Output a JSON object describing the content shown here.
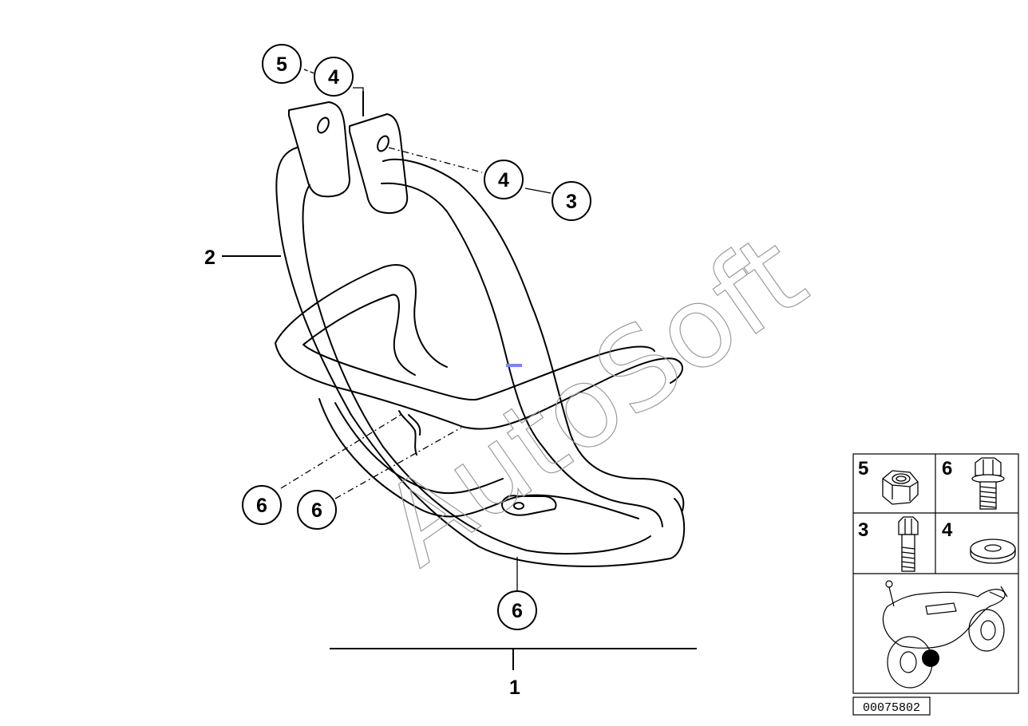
{
  "watermark": "AutoSoft",
  "callouts": [
    {
      "label": "5"
    },
    {
      "label": "4"
    },
    {
      "label": "4"
    },
    {
      "label": "3"
    },
    {
      "label": "6"
    },
    {
      "label": "6"
    },
    {
      "label": "6"
    }
  ],
  "plain_labels": {
    "part_2": "2",
    "assembly_1": "1"
  },
  "legend": {
    "items": [
      {
        "number": "5",
        "icon": "hex-nut-icon"
      },
      {
        "number": "6",
        "icon": "flange-bolt-icon"
      },
      {
        "number": "3",
        "icon": "hex-bolt-icon"
      },
      {
        "number": "4",
        "icon": "washer-icon"
      }
    ],
    "vehicle_icon": "motorcycle-location-icon"
  },
  "diagram_code": "00075802",
  "colors": {
    "line": "#000000",
    "watermark": "#9a9a9a",
    "marker": "#8080ff"
  }
}
